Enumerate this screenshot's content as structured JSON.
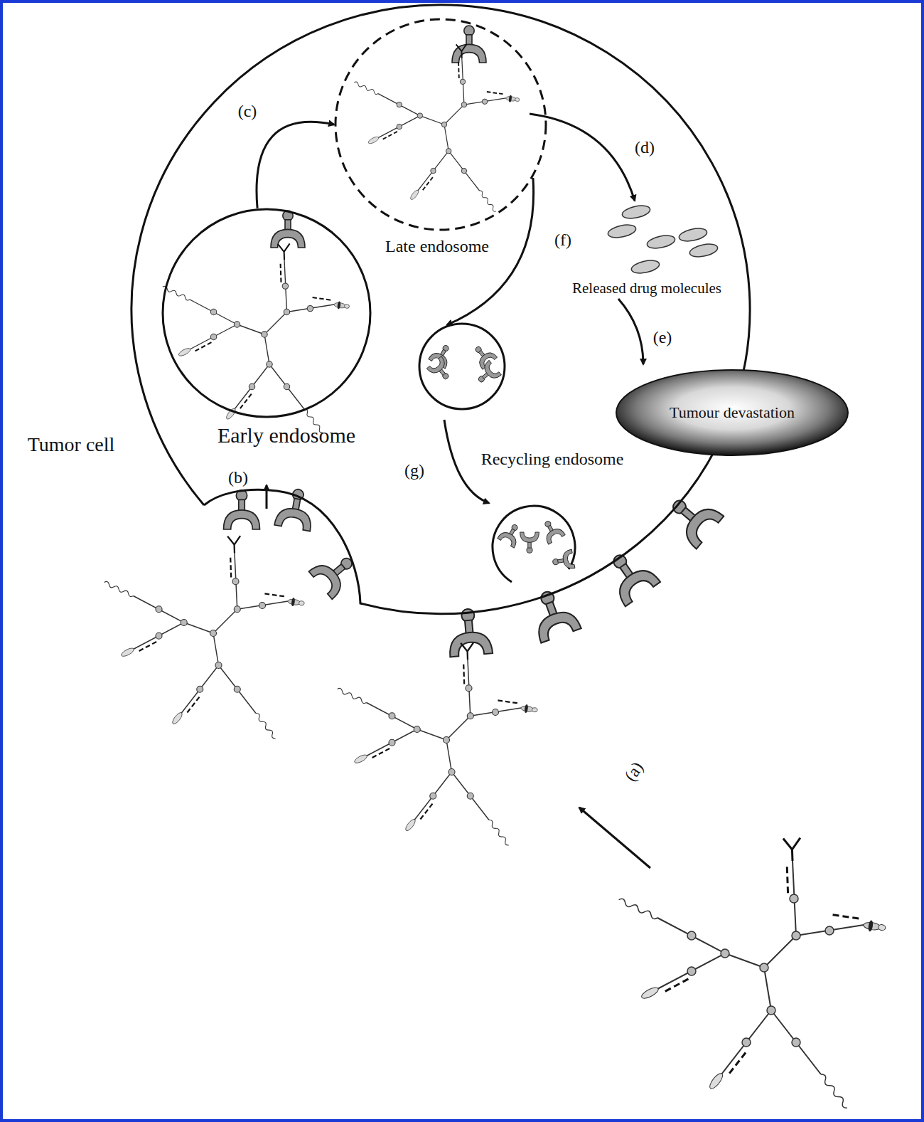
{
  "diagram": {
    "nodes": [
      {
        "text": [
          "Tumor cell"
        ]
      },
      {
        "text": [
          "Early endosome"
        ],
        "in": 0
      },
      {
        "text": [
          "Late endosome"
        ],
        "in": 0
      },
      {
        "text": [
          "Recycling endosome"
        ],
        "in": 0
      },
      {
        "text": [
          "Tumour devastation"
        ],
        "in": 0
      }
    ],
    "edges": [
      {
        "from": 1,
        "to": 2,
        "arrow": "to",
        "label": "(c)"
      },
      {
        "from": 2,
        "to": 3,
        "arrow": "to",
        "label": "(f)"
      }
    ],
    "labels": [
      "(a)",
      "(b)",
      "(d)",
      "(e)",
      "(g)",
      "Released drug molecules"
    ]
  }
}
